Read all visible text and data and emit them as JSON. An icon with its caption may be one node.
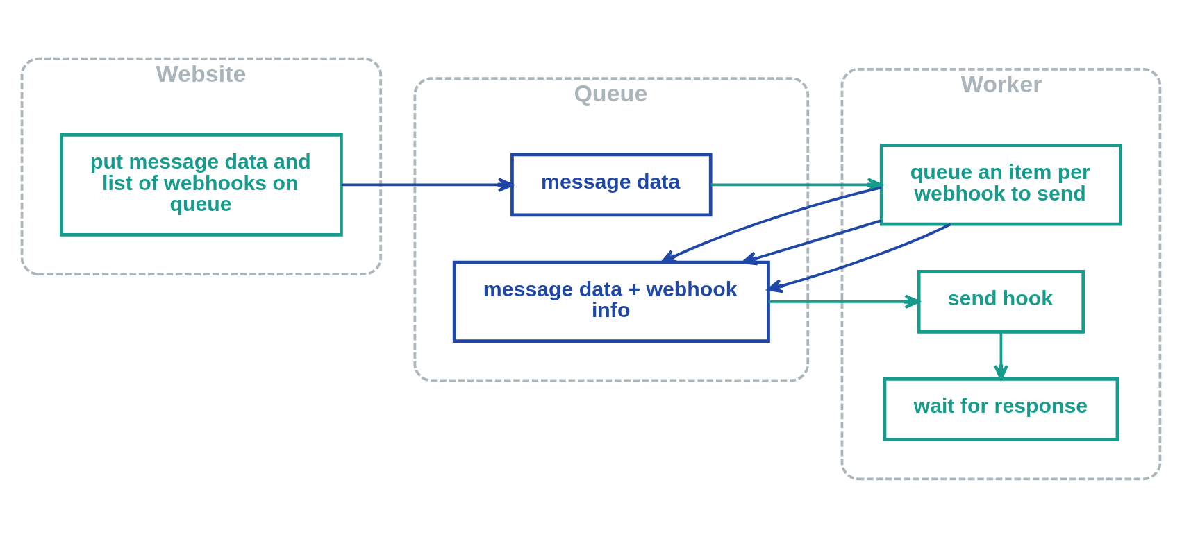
{
  "diagram": {
    "nodes": [
      {
        "text": [
          "Website"
        ]
      },
      {
        "text": [
          "put message data and list of webhooks on queue"
        ],
        "in": 0
      },
      {
        "text": [
          "Queue"
        ]
      },
      {
        "text": [
          "message data"
        ],
        "in": 2
      },
      {
        "text": [
          "message data + webhook info"
        ],
        "in": 2
      },
      {
        "text": [
          "Worker"
        ]
      },
      {
        "text": [
          "queue an item per webhook to send"
        ],
        "in": 5
      },
      {
        "text": [
          "send hook"
        ],
        "in": 5
      },
      {
        "text": [
          "wait for response"
        ],
        "in": 5
      }
    ],
    "edges": [
      {
        "from": 1,
        "to": 3,
        "arrow": "to"
      },
      {
        "from": 3,
        "to": 6,
        "arrow": "to",
        "color": "#169c8c"
      },
      {
        "from": 6,
        "to": 4,
        "arrow": "to"
      },
      {
        "from": 6,
        "to": 4,
        "arrow": "to"
      },
      {
        "from": 6,
        "to": 4,
        "arrow": "to"
      },
      {
        "from": 4,
        "to": 7,
        "arrow": "to",
        "color": "#169c8c"
      },
      {
        "from": 7,
        "to": 8,
        "arrow": "to",
        "color": "#169c8c"
      }
    ]
  }
}
